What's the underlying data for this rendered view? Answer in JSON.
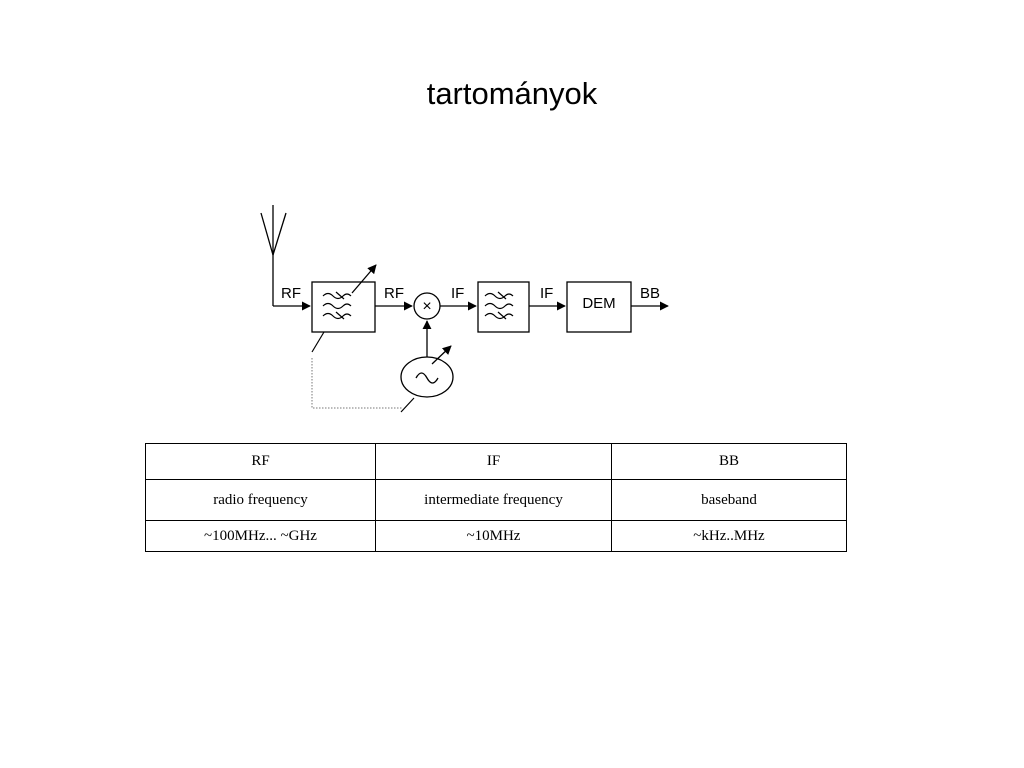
{
  "slide": {
    "title": "tartományok"
  },
  "diagram": {
    "labels": {
      "rf_in": "RF",
      "rf_out": "RF",
      "if_in": "IF",
      "if_out": "IF",
      "demodulator": "DEM",
      "bb_out": "BB"
    },
    "mixer_symbol": "×"
  },
  "table": {
    "header": [
      "RF",
      "IF",
      "BB"
    ],
    "rows": [
      [
        "radio frequency",
        "intermediate frequency",
        "baseband"
      ],
      [
        "~100MHz... ~GHz",
        "~10MHz",
        "~kHz..MHz"
      ]
    ]
  }
}
